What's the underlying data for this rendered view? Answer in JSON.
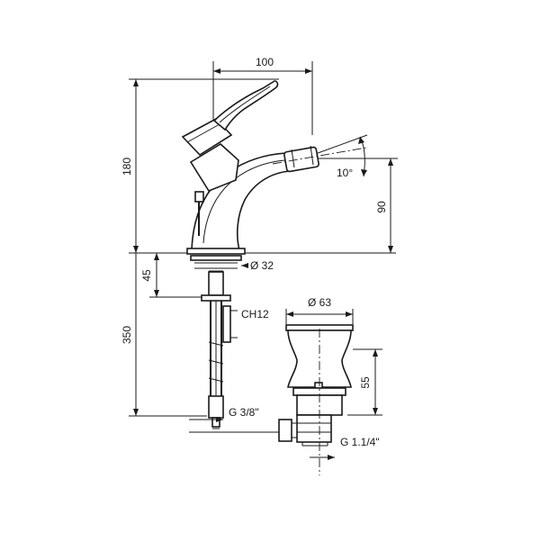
{
  "dimensions": {
    "width_top": "100",
    "height_total": "180",
    "spout_angle": "10°",
    "spout_height": "90",
    "below_deck": "45",
    "base_diameter": "Ø 32",
    "hex_wrench": "CH12",
    "shank_length": "350",
    "connection_thread": "G 3/8\"",
    "waste_diameter": "Ø 63",
    "waste_height": "55",
    "waste_thread": "G 1.1/4\""
  }
}
